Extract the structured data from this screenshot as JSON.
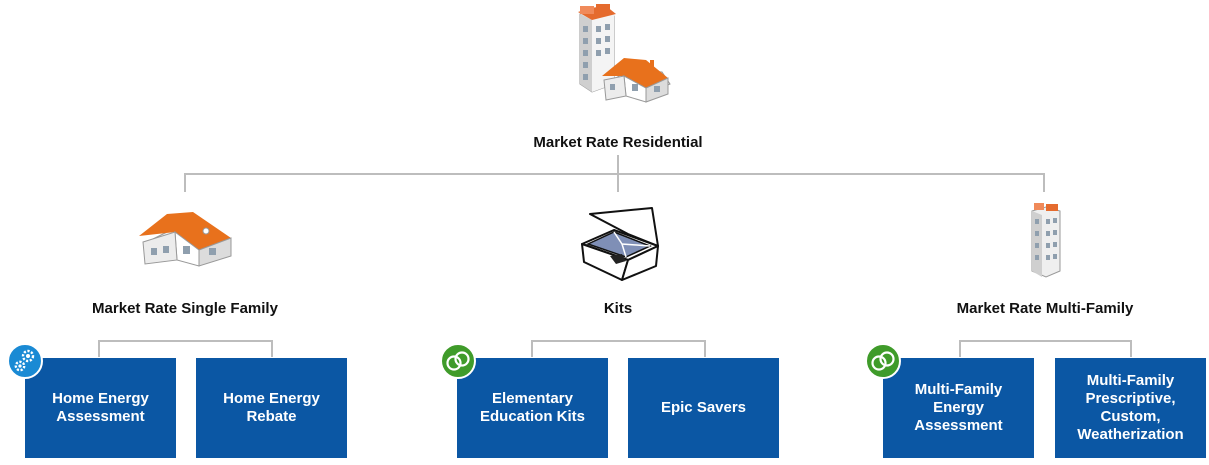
{
  "root": {
    "label": "Market Rate Residential",
    "icon": "apartment-with-house-icon"
  },
  "categories": [
    {
      "label": "Market Rate Single Family",
      "icon": "house-icon"
    },
    {
      "label": "Kits",
      "icon": "open-box-icon"
    },
    {
      "label": "Market Rate Multi-Family",
      "icon": "apartment-tower-icon"
    }
  ],
  "programs": {
    "home_energy_assessment": [
      "Home Energy",
      "Assessment"
    ],
    "home_energy_rebate": [
      "Home Energy",
      "Rebate"
    ],
    "elementary_education_kits": [
      "Elementary",
      "Education Kits"
    ],
    "epic_savers": [
      "Epic Savers"
    ],
    "mf_energy_assessment": [
      "Multi-Family",
      "Energy",
      "Assessment"
    ],
    "mf_prescriptive": [
      "Multi-Family",
      "Prescriptive,",
      "Custom,",
      "Weatherization"
    ]
  },
  "badges": [
    {
      "icon": "gears-icon",
      "color": "#1a8ad4"
    },
    {
      "icon": "linked-rings-icon",
      "color": "#3f9b2a"
    },
    {
      "icon": "linked-rings-icon",
      "color": "#3f9b2a"
    }
  ],
  "colors": {
    "box": "#0b57a4",
    "connector": "#bdbdbd",
    "roof": "#e8711c"
  }
}
